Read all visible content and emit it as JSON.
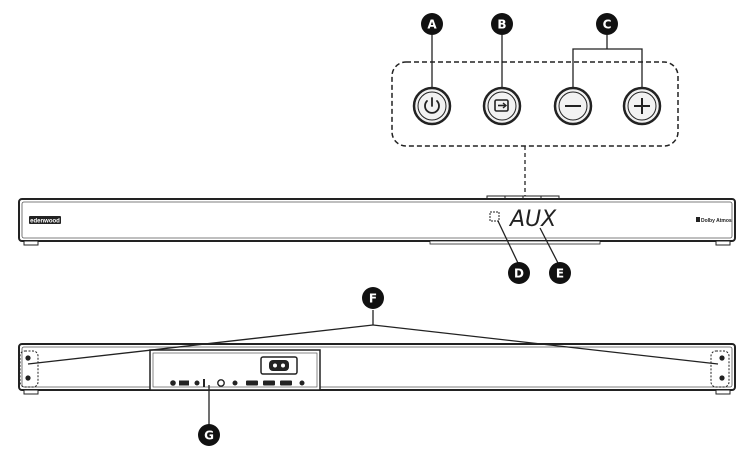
{
  "callouts": {
    "A": "A",
    "B": "B",
    "C": "C",
    "D": "D",
    "E": "E",
    "F": "F",
    "G": "G"
  },
  "front_panel": {
    "brand_label": "edenwood",
    "display_text": "AUX",
    "dolby_label": "Dolby Atmos"
  },
  "buttons": [
    {
      "name": "power-icon"
    },
    {
      "name": "source-input-icon"
    },
    {
      "name": "volume-minus-icon"
    },
    {
      "name": "volume-plus-icon"
    }
  ],
  "colors": {
    "outline": "#222222",
    "callout_fill": "#111111",
    "button_fill": "#f2f2f2"
  }
}
